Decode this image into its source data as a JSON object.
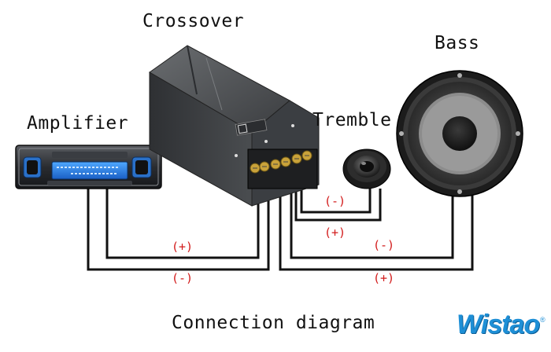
{
  "labels": {
    "crossover": "Crossover",
    "bass": "Bass",
    "amplifier": "Amplifier",
    "tremble": "Tremble",
    "footer": "Connection diagram"
  },
  "polarity": {
    "tweeter_neg": "(-)",
    "tweeter_pos": "(+)",
    "amp_pos": "(+)",
    "amp_neg": "(-)",
    "bass_neg": "(-)",
    "bass_pos": "(+)"
  },
  "brand": {
    "name": "Wistao",
    "mark": "®"
  },
  "colors": {
    "wire": "#111111",
    "polarity_text": "#d21a1a",
    "brand": "#1e8fd6"
  }
}
